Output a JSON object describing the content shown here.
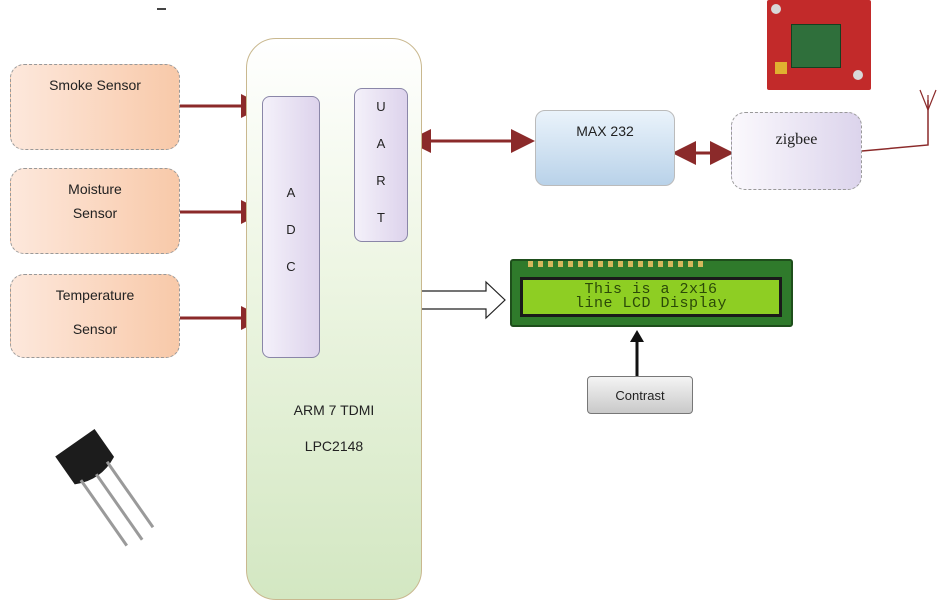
{
  "sensors": {
    "smoke": "Smoke Sensor",
    "moisture_line1": "Moisture",
    "moisture_line2": "Sensor",
    "temperature_line1": "Temperature",
    "temperature_line2": "Sensor"
  },
  "adc": [
    "A",
    "D",
    "C"
  ],
  "uart": [
    "U",
    "A",
    "R",
    "T"
  ],
  "mcu": {
    "line1": "ARM 7 TDMI",
    "line2": "LPC2148"
  },
  "max232": "MAX 232",
  "zigbee": "zigbee",
  "contrast": "Contrast",
  "lcd": {
    "line1": "This is a 2x16",
    "line2": "line LCD Display"
  },
  "colors": {
    "wire": "#8b2a2a",
    "lcd_green": "#8ece23",
    "pcb": "#2f7a2b"
  }
}
